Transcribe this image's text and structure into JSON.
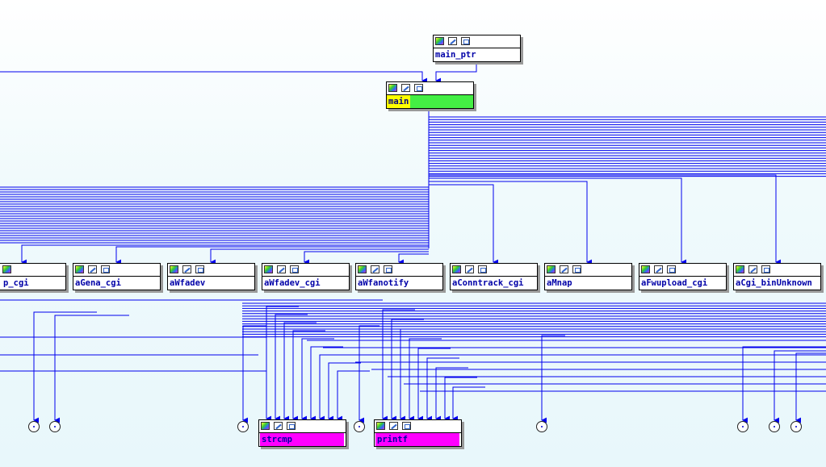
{
  "graph": {
    "nodes": {
      "main_ptr": "main_ptr",
      "main": "main",
      "cgi_handlers": [
        "p_cgi",
        "aGena_cgi",
        "aWfadev",
        "aWfadev_cgi",
        "aWfanotify",
        "aConntrack_cgi",
        "aMnap",
        "aFwupload_cgi",
        "aCgi_binUnknown"
      ],
      "strcmp": "strcmp",
      "printf": "printf"
    },
    "icons": [
      "graph-overview-icon",
      "edit-icon",
      "xref-icon"
    ],
    "colors": {
      "edge": "#0000ee",
      "node_border": "#000000",
      "main_highlight_yellow": "#ffff00",
      "main_highlight_green": "#44ee44",
      "import_highlight": "#ff00ff",
      "label_text": "#0000a8"
    }
  }
}
